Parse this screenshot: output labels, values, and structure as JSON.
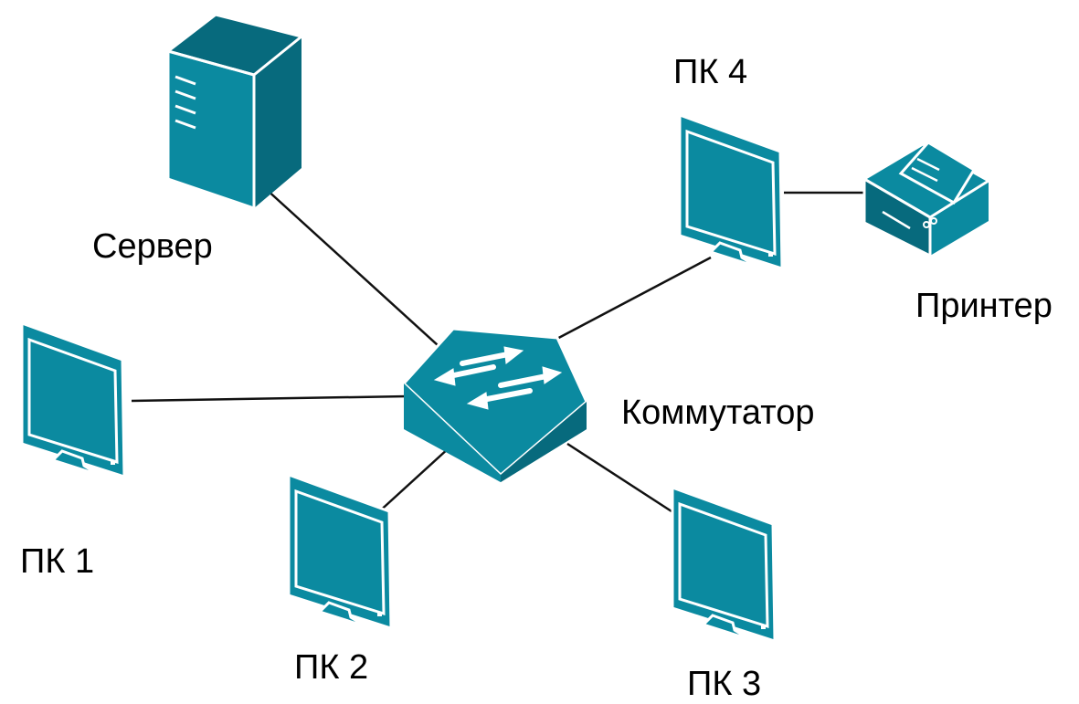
{
  "colors": {
    "device": "#0b8aa0",
    "device_dark": "#076a7d",
    "outline": "#ffffff",
    "link": "#111111"
  },
  "nodes": {
    "server": {
      "label": "Сервер",
      "icon": "server-tower-icon"
    },
    "switch": {
      "label": "Коммутатор",
      "icon": "network-switch-icon"
    },
    "printer": {
      "label": "Принтер",
      "icon": "printer-icon"
    },
    "pc1": {
      "label": "ПК 1",
      "icon": "monitor-icon"
    },
    "pc2": {
      "label": "ПК 2",
      "icon": "monitor-icon"
    },
    "pc3": {
      "label": "ПК 3",
      "icon": "monitor-icon"
    },
    "pc4": {
      "label": "ПК 4",
      "icon": "monitor-icon"
    }
  },
  "edges": [
    {
      "from": "server",
      "to": "switch"
    },
    {
      "from": "pc4",
      "to": "switch"
    },
    {
      "from": "pc1",
      "to": "switch"
    },
    {
      "from": "pc2",
      "to": "switch"
    },
    {
      "from": "pc3",
      "to": "switch"
    },
    {
      "from": "pc4",
      "to": "printer"
    }
  ]
}
